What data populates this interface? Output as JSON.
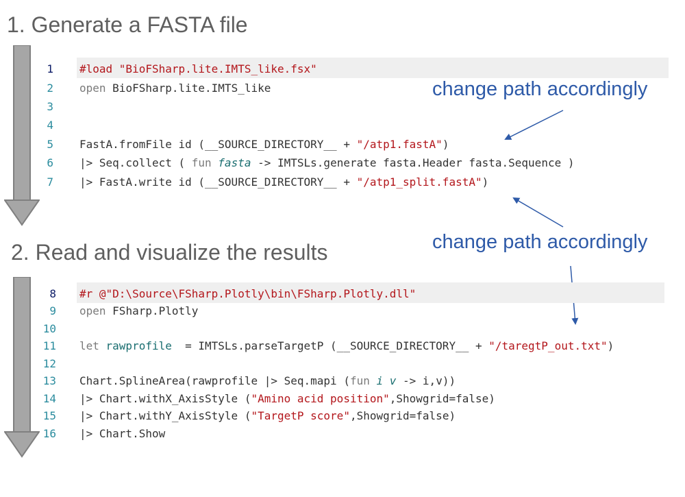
{
  "section1": {
    "heading": "1. Generate a FASTA file"
  },
  "section2": {
    "heading": "2. Read and visualize the results"
  },
  "annotation1": {
    "text": "change path accordingly"
  },
  "annotation2": {
    "text": "change path accordingly"
  },
  "code1": {
    "line_numbers": [
      "1",
      "2",
      "3",
      "4",
      "5",
      "6",
      "7"
    ],
    "l1_a": "#load ",
    "l1_b": "\"BioFSharp.lite.IMTS_like.fsx\"",
    "l2_a": "open ",
    "l2_b": "BioFSharp.lite.IMTS_like",
    "l5_a": "FastA.fromFile id (__SOURCE_DIRECTORY__ + ",
    "l5_b": "\"/atp1.fastA\"",
    "l5_c": ")",
    "l6_a": "|> Seq.collect ( ",
    "l6_b": "fun ",
    "l6_c": "fasta",
    "l6_d": " -> IMTSLs.generate fasta.Header fasta.Sequence )",
    "l7_a": "|> FastA.write id (__SOURCE_DIRECTORY__ + ",
    "l7_b": "\"/atp1_split.fastA\"",
    "l7_c": ")"
  },
  "code2": {
    "line_numbers": [
      "8",
      "9",
      "10",
      "11",
      "12",
      "13",
      "14",
      "15",
      "16"
    ],
    "l8_a": "#r ",
    "l8_b": "@\"D:\\Source\\FSharp.Plotly\\bin\\FSharp.Plotly.dll\"",
    "l9_a": "open ",
    "l9_b": "FSharp.Plotly",
    "l11_a": "let ",
    "l11_b": "rawprofile",
    "l11_c": "  = IMTSLs.parseTargetP (__SOURCE_DIRECTORY__ + ",
    "l11_d": "\"/taregtP_out.txt\"",
    "l11_e": ")",
    "l13_a": "Chart.SplineArea(rawprofile |> Seq.mapi (",
    "l13_b": "fun ",
    "l13_c": "i v",
    "l13_d": " -> i,v))",
    "l14_a": "|> Chart.withX_AxisStyle (",
    "l14_b": "\"Amino acid position\"",
    "l14_c": ",Showgrid=false)",
    "l15_a": "|> Chart.withY_AxisStyle (",
    "l15_b": "\"TargetP score\"",
    "l15_c": ",Showgrid=false)",
    "l16_a": "|> Chart.Show"
  }
}
